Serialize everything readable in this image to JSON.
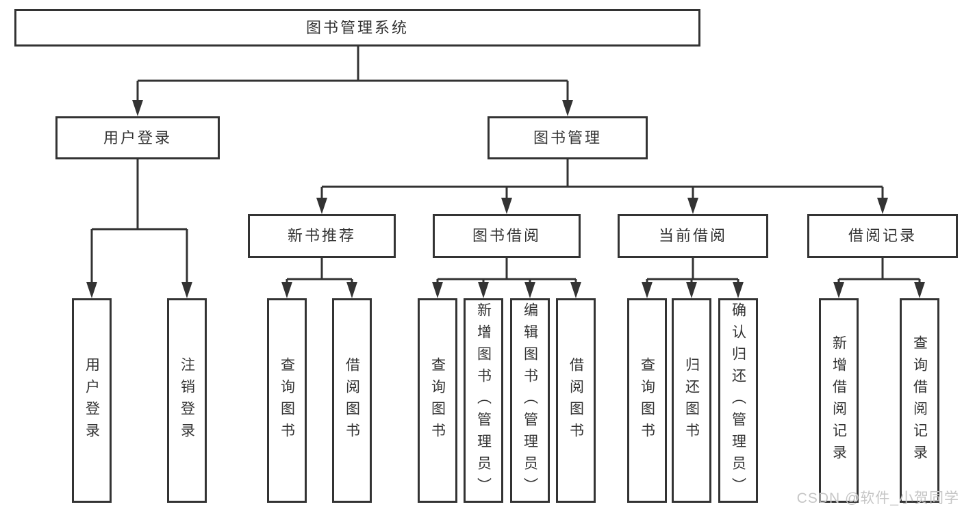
{
  "colors": {
    "line": "#333333",
    "box_border": "#333333",
    "box_fill": "#ffffff",
    "text": "#333333",
    "watermark_text_color": "#c6c6c6"
  },
  "tree": {
    "root": {
      "label": "图书管理系统"
    },
    "level2": [
      {
        "label": "用户登录"
      },
      {
        "label": "图书管理"
      }
    ],
    "level3": [
      {
        "label": "新书推荐"
      },
      {
        "label": "图书借阅"
      },
      {
        "label": "当前借阅"
      },
      {
        "label": "借阅记录"
      }
    ],
    "leaves": {
      "user_login": [
        "用户登录",
        "注销登录"
      ],
      "new_book_recommendation": [
        "查询图书",
        "借阅图书"
      ],
      "book_borrowing": [
        "查询图书",
        "新增图书（管理员）",
        "编辑图书（管理员）",
        "借阅图书"
      ],
      "current_borrowing": [
        "查询图书",
        "归还图书",
        "确认归还（管理员）"
      ],
      "borrowing_records": [
        "新增借阅记录",
        "查询借阅记录"
      ]
    }
  },
  "watermark": {
    "text": "CSDN @软件_小贺同学"
  }
}
